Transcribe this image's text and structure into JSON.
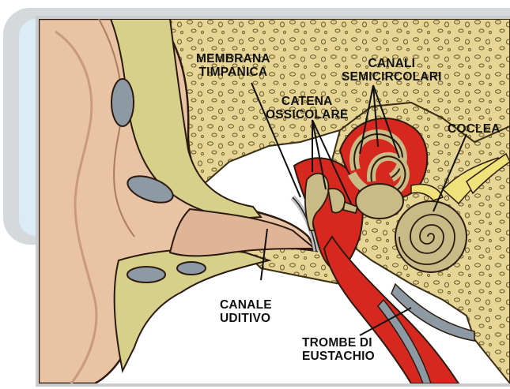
{
  "labels": {
    "membrana": [
      "MEMBRANA",
      "TIMPANICA"
    ],
    "canali": [
      "CANALI",
      "SEMICIRCOLARI"
    ],
    "catena": [
      "CATENA",
      "OSSICOLARE"
    ],
    "coclea": [
      "COCLEA"
    ],
    "canale": [
      "CANALE",
      "UDITIVO"
    ],
    "trombe": [
      "TROMBE DI",
      "EUSTACHIO"
    ]
  },
  "colors": {
    "skin": "#e8c3a4",
    "skin_shadow": "#c99a7c",
    "bone": "#e6d595",
    "cartilage": "#d7d08a",
    "cavity_gray": "#8d9aa3",
    "middle_ear_red": "#d6281f",
    "inner_ear": "#c8bb86",
    "nerve": "#efe27a"
  }
}
